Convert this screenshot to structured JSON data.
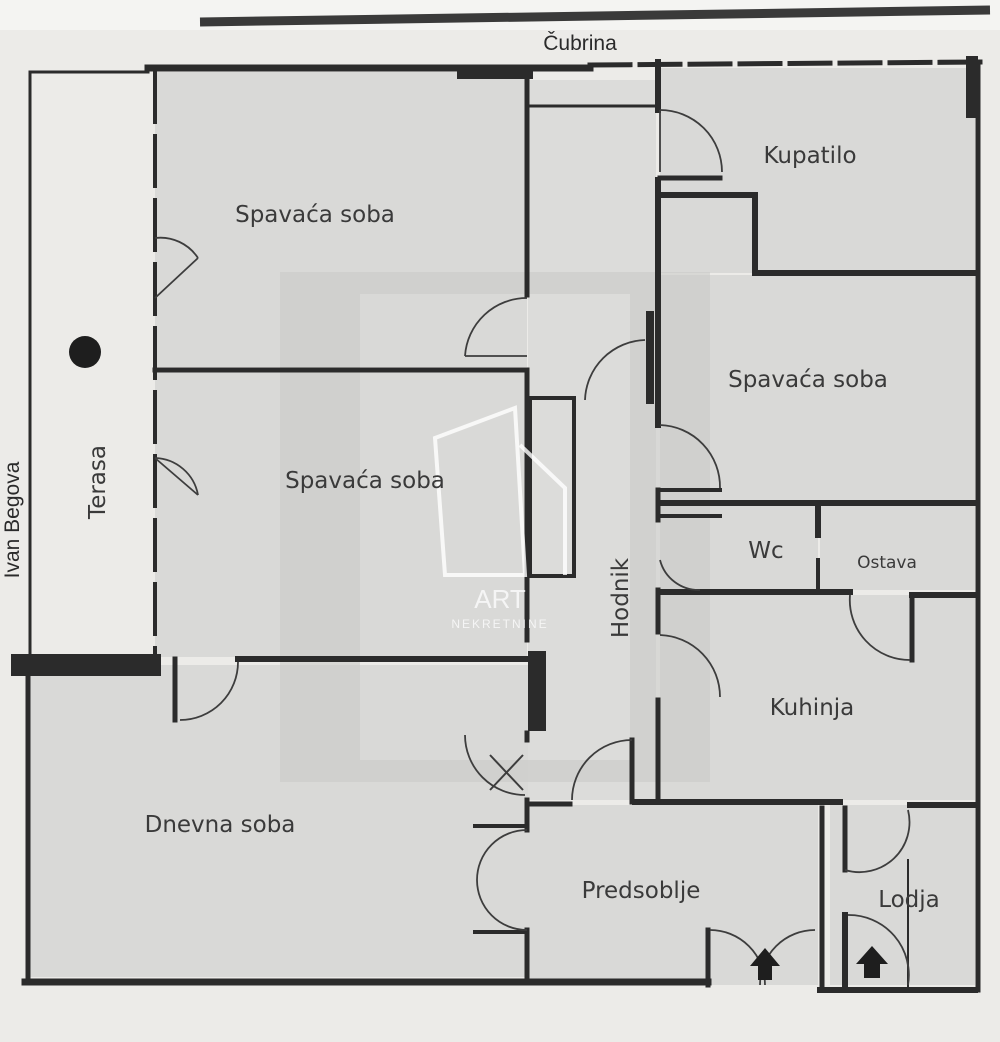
{
  "streets": {
    "top": "Čubrina",
    "left": "Ivan Begova"
  },
  "rooms": {
    "bedroom_top_left": "Spavaća soba",
    "bedroom_mid_left": "Spavaća soba",
    "bedroom_right": "Spavaća soba",
    "bathroom": "Kupatilo",
    "wc": "Wc",
    "storage": "Ostava",
    "hallway": "Hodnik",
    "kitchen": "Kuhinja",
    "living_room": "Dnevna soba",
    "entrance_hall": "Predsoblje",
    "loggia": "Lodja",
    "terrace": "Terasa"
  },
  "watermark": {
    "brand": "ART",
    "sub": "NEKRETNINE"
  },
  "colors": {
    "paper": "#ecebe8",
    "floor": "#d8d8d6",
    "wall": "#2b2b2b"
  }
}
